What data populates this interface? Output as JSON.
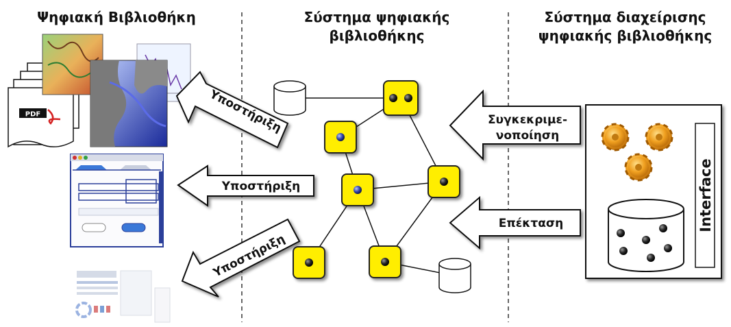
{
  "columns": {
    "left_title": "Ψηφιακή Βιβλιοθήκη",
    "middle_title_line1": "Σύστημα ψηφιακής",
    "middle_title_line2": "βιβλιοθήκης",
    "right_title_line1": "Σύστημα διαχείρισης",
    "right_title_line2": "ψηφιακής βιβλιοθήκης"
  },
  "arrows": {
    "support_1": "Υποστήριξη",
    "support_2": "Υποστήριξη",
    "support_3": "Υποστήριξη",
    "specialization_line1": "Συγκεκριμε-",
    "specialization_line2": "νοποίηση",
    "extension": "Επέκταση"
  },
  "dl_items": {
    "pdf_label": "PDF"
  },
  "dlms": {
    "interface_label": "Interface"
  },
  "colors": {
    "node_fill": "#ffee00",
    "node_border": "#222222",
    "gear": "#f0a020",
    "map_water": "#3347c8",
    "map_land": "#8a8a8a",
    "ui_accent": "#3a78d8"
  }
}
